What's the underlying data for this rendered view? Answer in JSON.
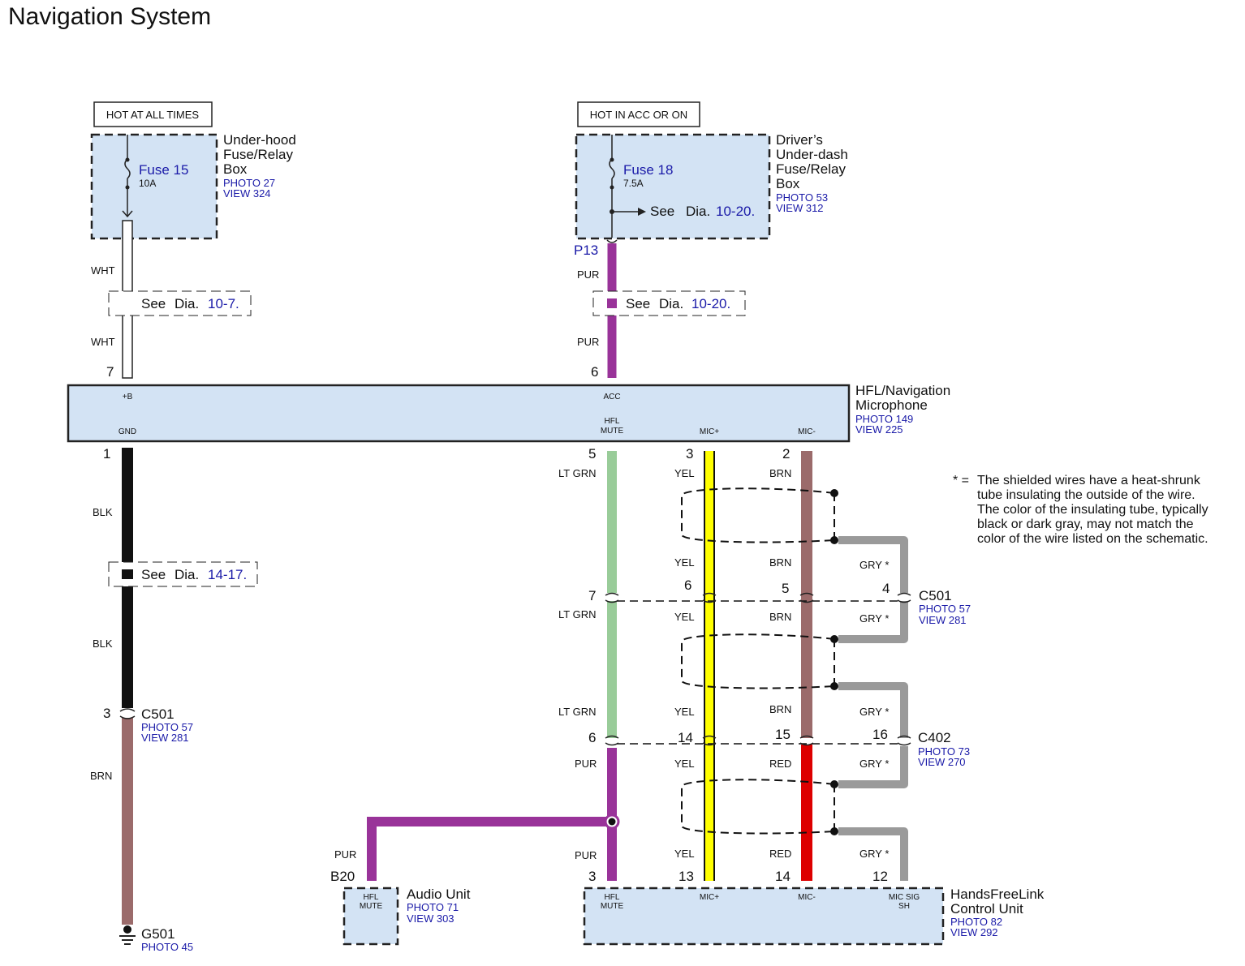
{
  "title": "Navigation System",
  "colors": {
    "wht": "#ffffff",
    "pur": "#993399",
    "blk": "#111111",
    "brn": "#9b6b6b",
    "ltgrn": "#99cc99",
    "yel": "#ffff00",
    "red": "#dd0000",
    "gry": "#9a9a9a",
    "box_fill": "#d3e3f4",
    "link_blue": "#1a1aa8"
  },
  "power_labels": {
    "left": "HOT AT ALL TIMES",
    "right": "HOT IN ACC OR ON"
  },
  "underhood_box": {
    "name_lines": [
      "Under-hood",
      "Fuse/Relay",
      "Box"
    ],
    "photo": "PHOTO 27",
    "view": "VIEW 324",
    "fuse": "Fuse 15",
    "amps": "10A"
  },
  "underdash_box": {
    "name_lines": [
      "Driver’s",
      "Under-dash",
      "Fuse/Relay",
      "Box"
    ],
    "photo": "PHOTO 53",
    "view": "VIEW 312",
    "fuse": "Fuse 18",
    "amps": "7.5A",
    "see_word": "See",
    "see_dia": "Dia.",
    "see_ref": "10-20."
  },
  "refs": {
    "left_top": {
      "see": "See",
      "dia": "Dia.",
      "ref": "10-7."
    },
    "mid_top": {
      "see": "See",
      "dia": "Dia.",
      "ref": "10-20."
    },
    "left_mid": {
      "see": "See",
      "dia": "Dia.",
      "ref": "14-17."
    }
  },
  "microphone": {
    "name_lines": [
      "HFL/Navigation",
      "Microphone"
    ],
    "photo": "PHOTO 149",
    "view": "VIEW 225",
    "pins": {
      "b": "+B",
      "acc": "ACC",
      "gnd": "GND",
      "hfl_mute": "HFL\nMUTE",
      "mic_plus": "MIC+",
      "mic_minus": "MIC-"
    }
  },
  "pins": {
    "p13": "P13",
    "p7top": "7",
    "p6top": "6",
    "p1": "1",
    "p5": "5",
    "p3": "3",
    "p2": "2",
    "c501_7": "7",
    "c501_6": "6",
    "c501_5": "5",
    "c501_4": "4",
    "c402_6": "6",
    "c402_14": "14",
    "c402_15": "15",
    "c402_16": "16",
    "left_c501_3": "3",
    "b20": "B20",
    "hf_3": "3",
    "hf_13": "13",
    "hf_14": "14",
    "hf_12": "12"
  },
  "wire_labels": {
    "wht": "WHT",
    "pur": "PUR",
    "blk": "BLK",
    "brn": "BRN",
    "ltgrn": "LT GRN",
    "yel": "YEL",
    "red": "RED",
    "gry": "GRY *"
  },
  "connectors": {
    "c501_left": {
      "name": "C501",
      "photo": "PHOTO 57",
      "view": "VIEW 281"
    },
    "c501_right": {
      "name": "C501",
      "photo": "PHOTO 57",
      "view": "VIEW 281"
    },
    "c402": {
      "name": "C402",
      "photo": "PHOTO 73",
      "view": "VIEW 270"
    }
  },
  "ground": {
    "name": "G501",
    "photo": "PHOTO 45"
  },
  "audio_unit": {
    "name": "Audio Unit",
    "photo": "PHOTO 71",
    "view": "VIEW 303",
    "pin_label": "HFL\nMUTE"
  },
  "hfl_control_unit": {
    "name_lines": [
      "HandsFreeLink",
      "Control Unit"
    ],
    "photo": "PHOTO 82",
    "view": "VIEW 292",
    "pins": {
      "hfl_mute": "HFL\nMUTE",
      "mic_plus": "MIC+",
      "mic_minus": "MIC-",
      "mic_sig_sh": "MIC SIG\nSH"
    }
  },
  "footnote": {
    "marker": "* =",
    "lines": [
      "The shielded wires have a heat-shrunk",
      "tube insulating the outside of the wire.",
      "The color of the insulating tube, typically",
      "black or dark gray, may not match the",
      "color of the wire listed on the schematic."
    ]
  }
}
